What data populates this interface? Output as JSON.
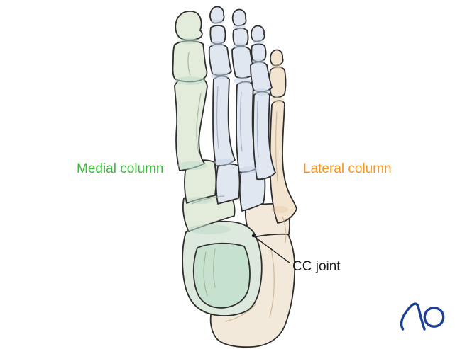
{
  "labels": {
    "medial_column": {
      "text": "Medial column",
      "color": "#3CB93C"
    },
    "lateral_column": {
      "text": "Lateral column",
      "color": "#F7941E"
    },
    "cc_joint": {
      "text": "CC joint",
      "color": "#1A1A1A"
    }
  },
  "logo": {
    "text": "AO",
    "color": "#1B3F97"
  },
  "colors": {
    "background": "#FFFFFF",
    "outline": "#2E2E2E",
    "medial_fill": "#E3EBDB",
    "talus_fill": "#DCE9DC",
    "talus_dome_fill": "#C7E1CF",
    "joint_mint": "#BFDCCA",
    "middle_fill": "#E1E7F1",
    "joint_blue": "#C6D6E8",
    "lateral_fill": "#F2E9DA",
    "toe5_fill": "#F3E4CF",
    "joint_tan": "#E3CCAB",
    "contour_green": "#93A893",
    "contour_blue": "#96A3BC",
    "contour_tan": "#C0A888"
  }
}
